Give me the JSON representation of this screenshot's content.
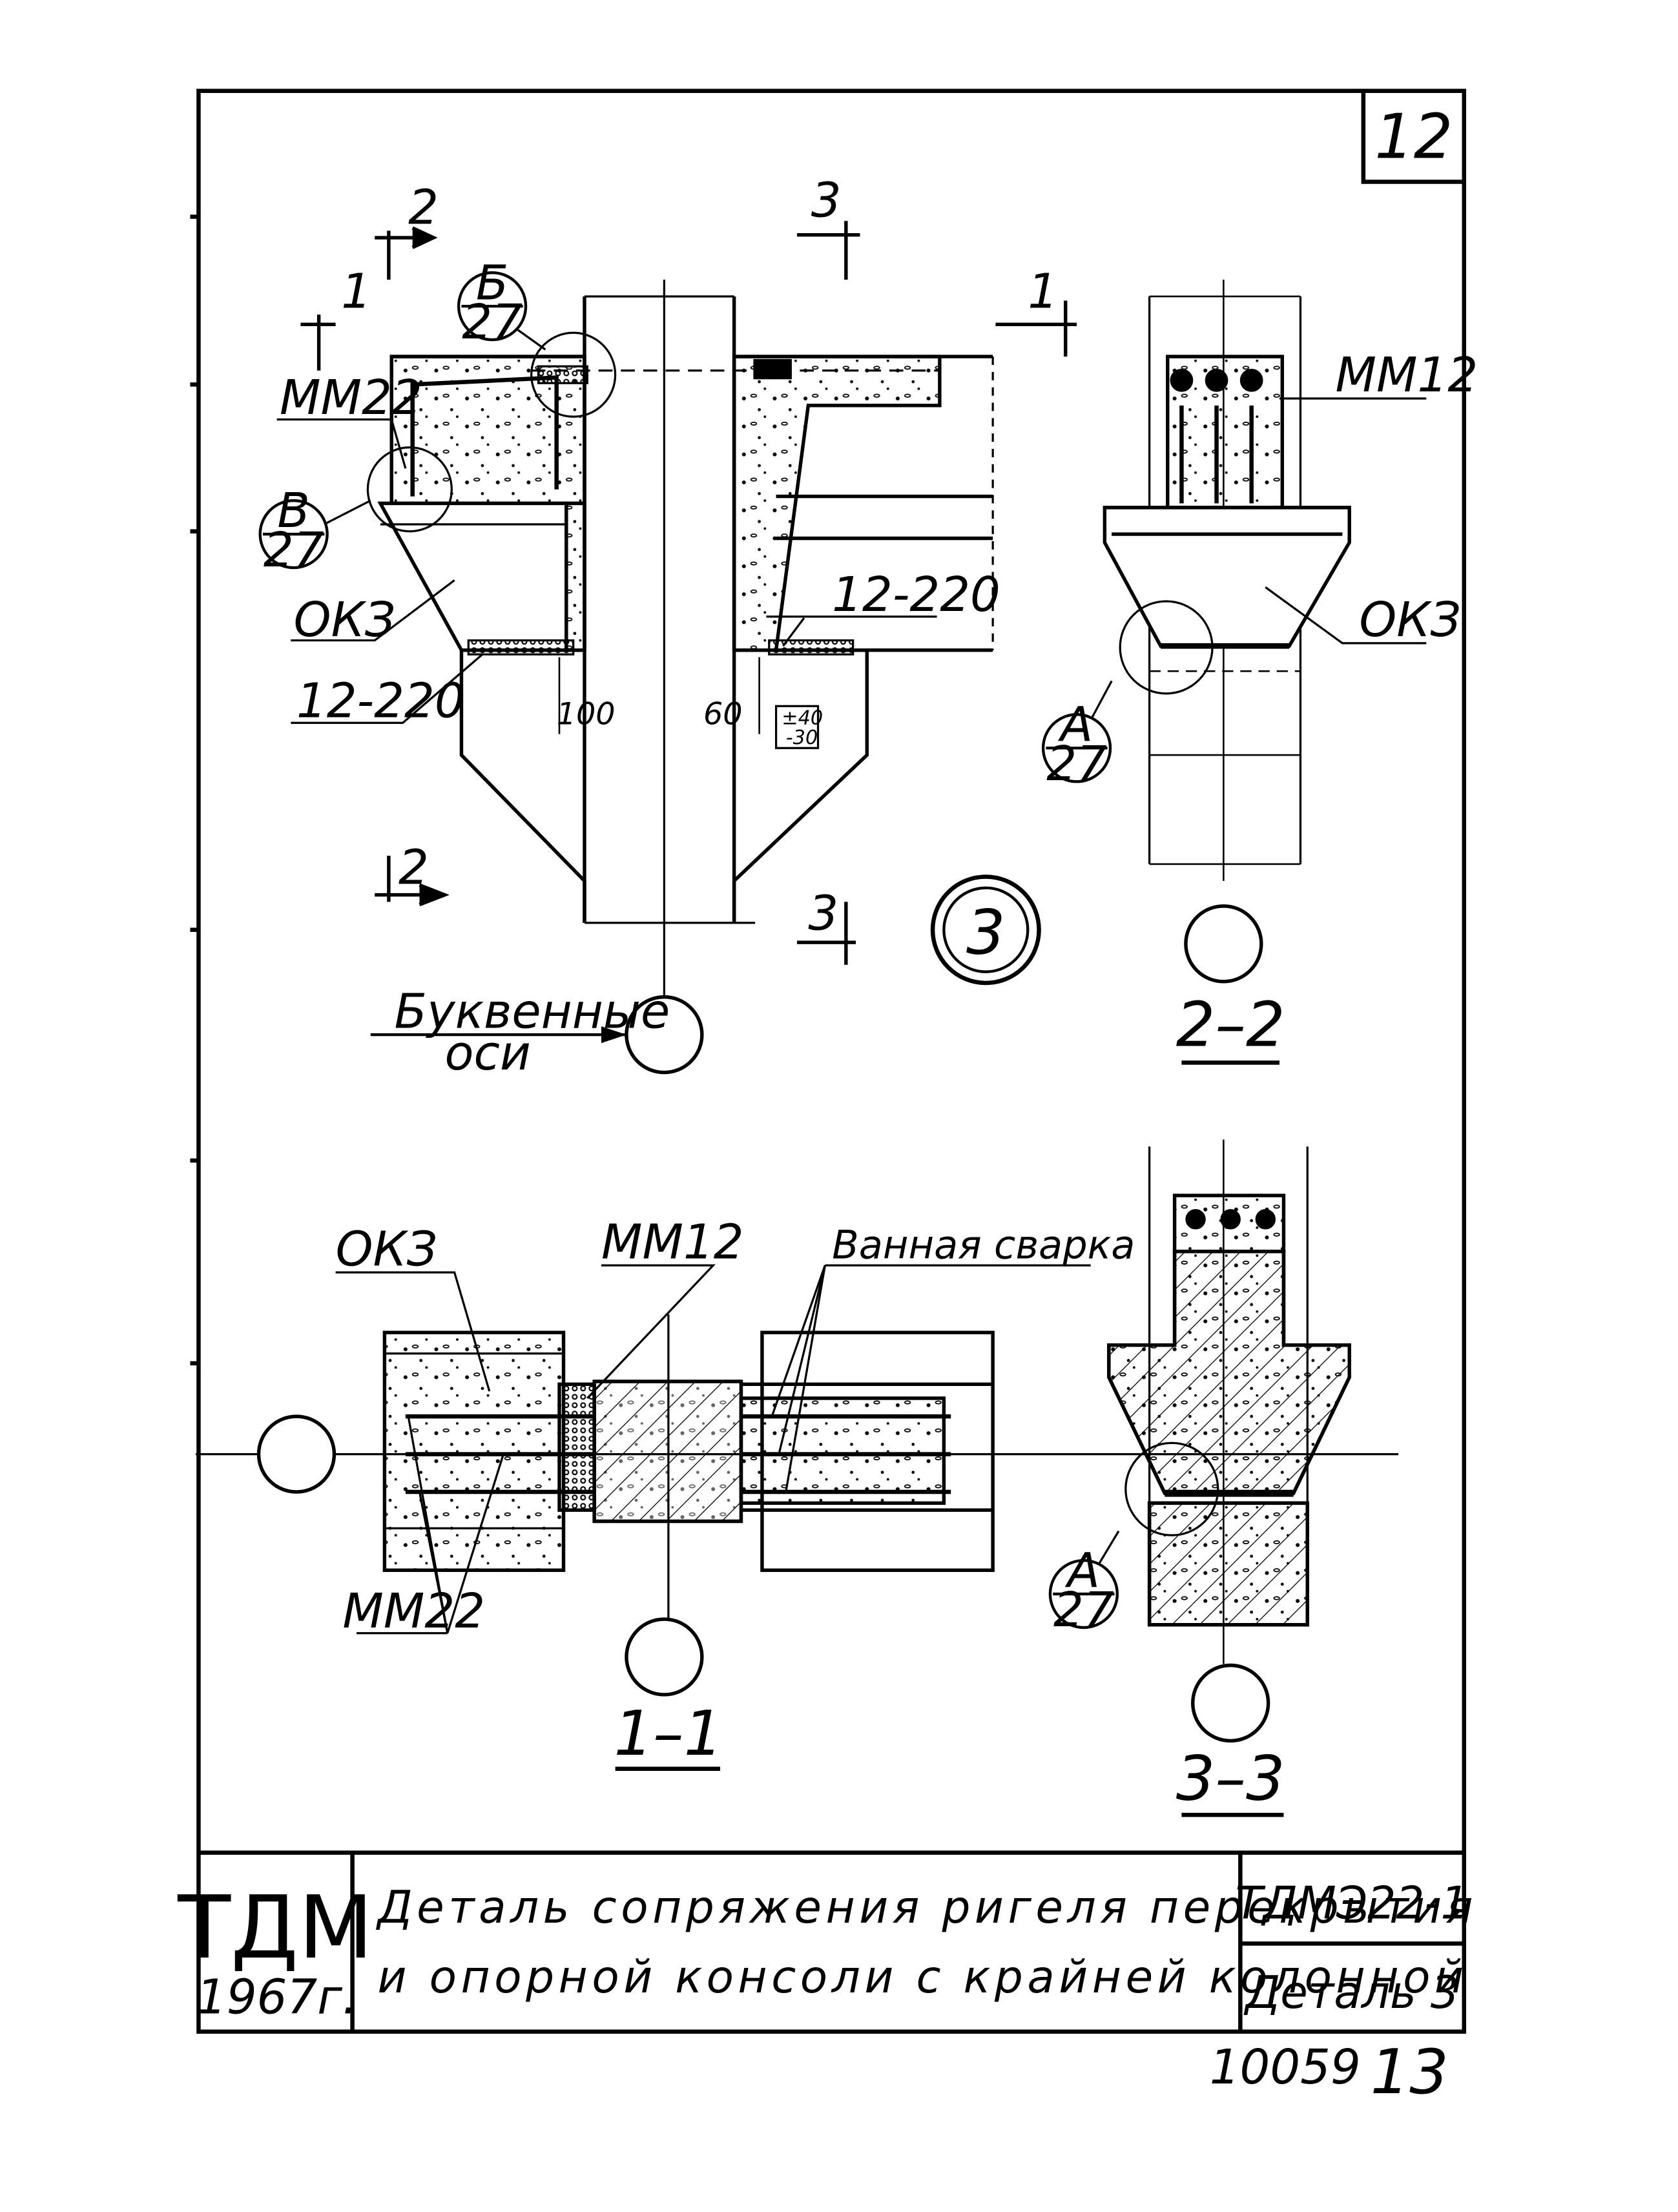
{
  "sheet": {
    "page_number": "12",
    "bottom_number_left": "10059",
    "bottom_number_right": "13"
  },
  "title_block": {
    "org": "ТДМ",
    "year": "1967г.",
    "title_line1": "Деталь сопряжения ригеля перекрытия",
    "title_line2": "и опорной консоли с крайней колонной",
    "doc_code": "ТДМЭ22-1",
    "detail": "Деталь 3"
  },
  "elevation": {
    "section_marks": [
      "2",
      "1",
      "3",
      "1",
      "2",
      "3"
    ],
    "callout_b": {
      "letter": "Б",
      "sheet": "27"
    },
    "callout_v": {
      "letter": "В",
      "sheet": "27"
    },
    "label_mm22": "ММ22",
    "label_okz": "ОКЗ",
    "label_weld_left": "12-220",
    "label_weld_right": "12-220",
    "dim_100": "100",
    "dim_60": "60",
    "dim_pm": "±40",
    "dim_pm_bottom": "-30",
    "axis_label_line1": "Буквенные",
    "axis_label_line2": "оси",
    "detail_number": "3"
  },
  "section_2_2": {
    "label_mm12": "ММ12",
    "label_okz": "ОКЗ",
    "callout_a": {
      "letter": "А",
      "sheet": "27"
    },
    "caption": "2–2"
  },
  "section_1_1": {
    "label_okz": "ОКЗ",
    "label_mm12": "ММ12",
    "label_weld": "Ванная сварка",
    "label_mm22": "ММ22",
    "caption": "1–1"
  },
  "section_3_3": {
    "callout_a": {
      "letter": "А",
      "sheet": "27"
    },
    "caption": "3–3"
  }
}
